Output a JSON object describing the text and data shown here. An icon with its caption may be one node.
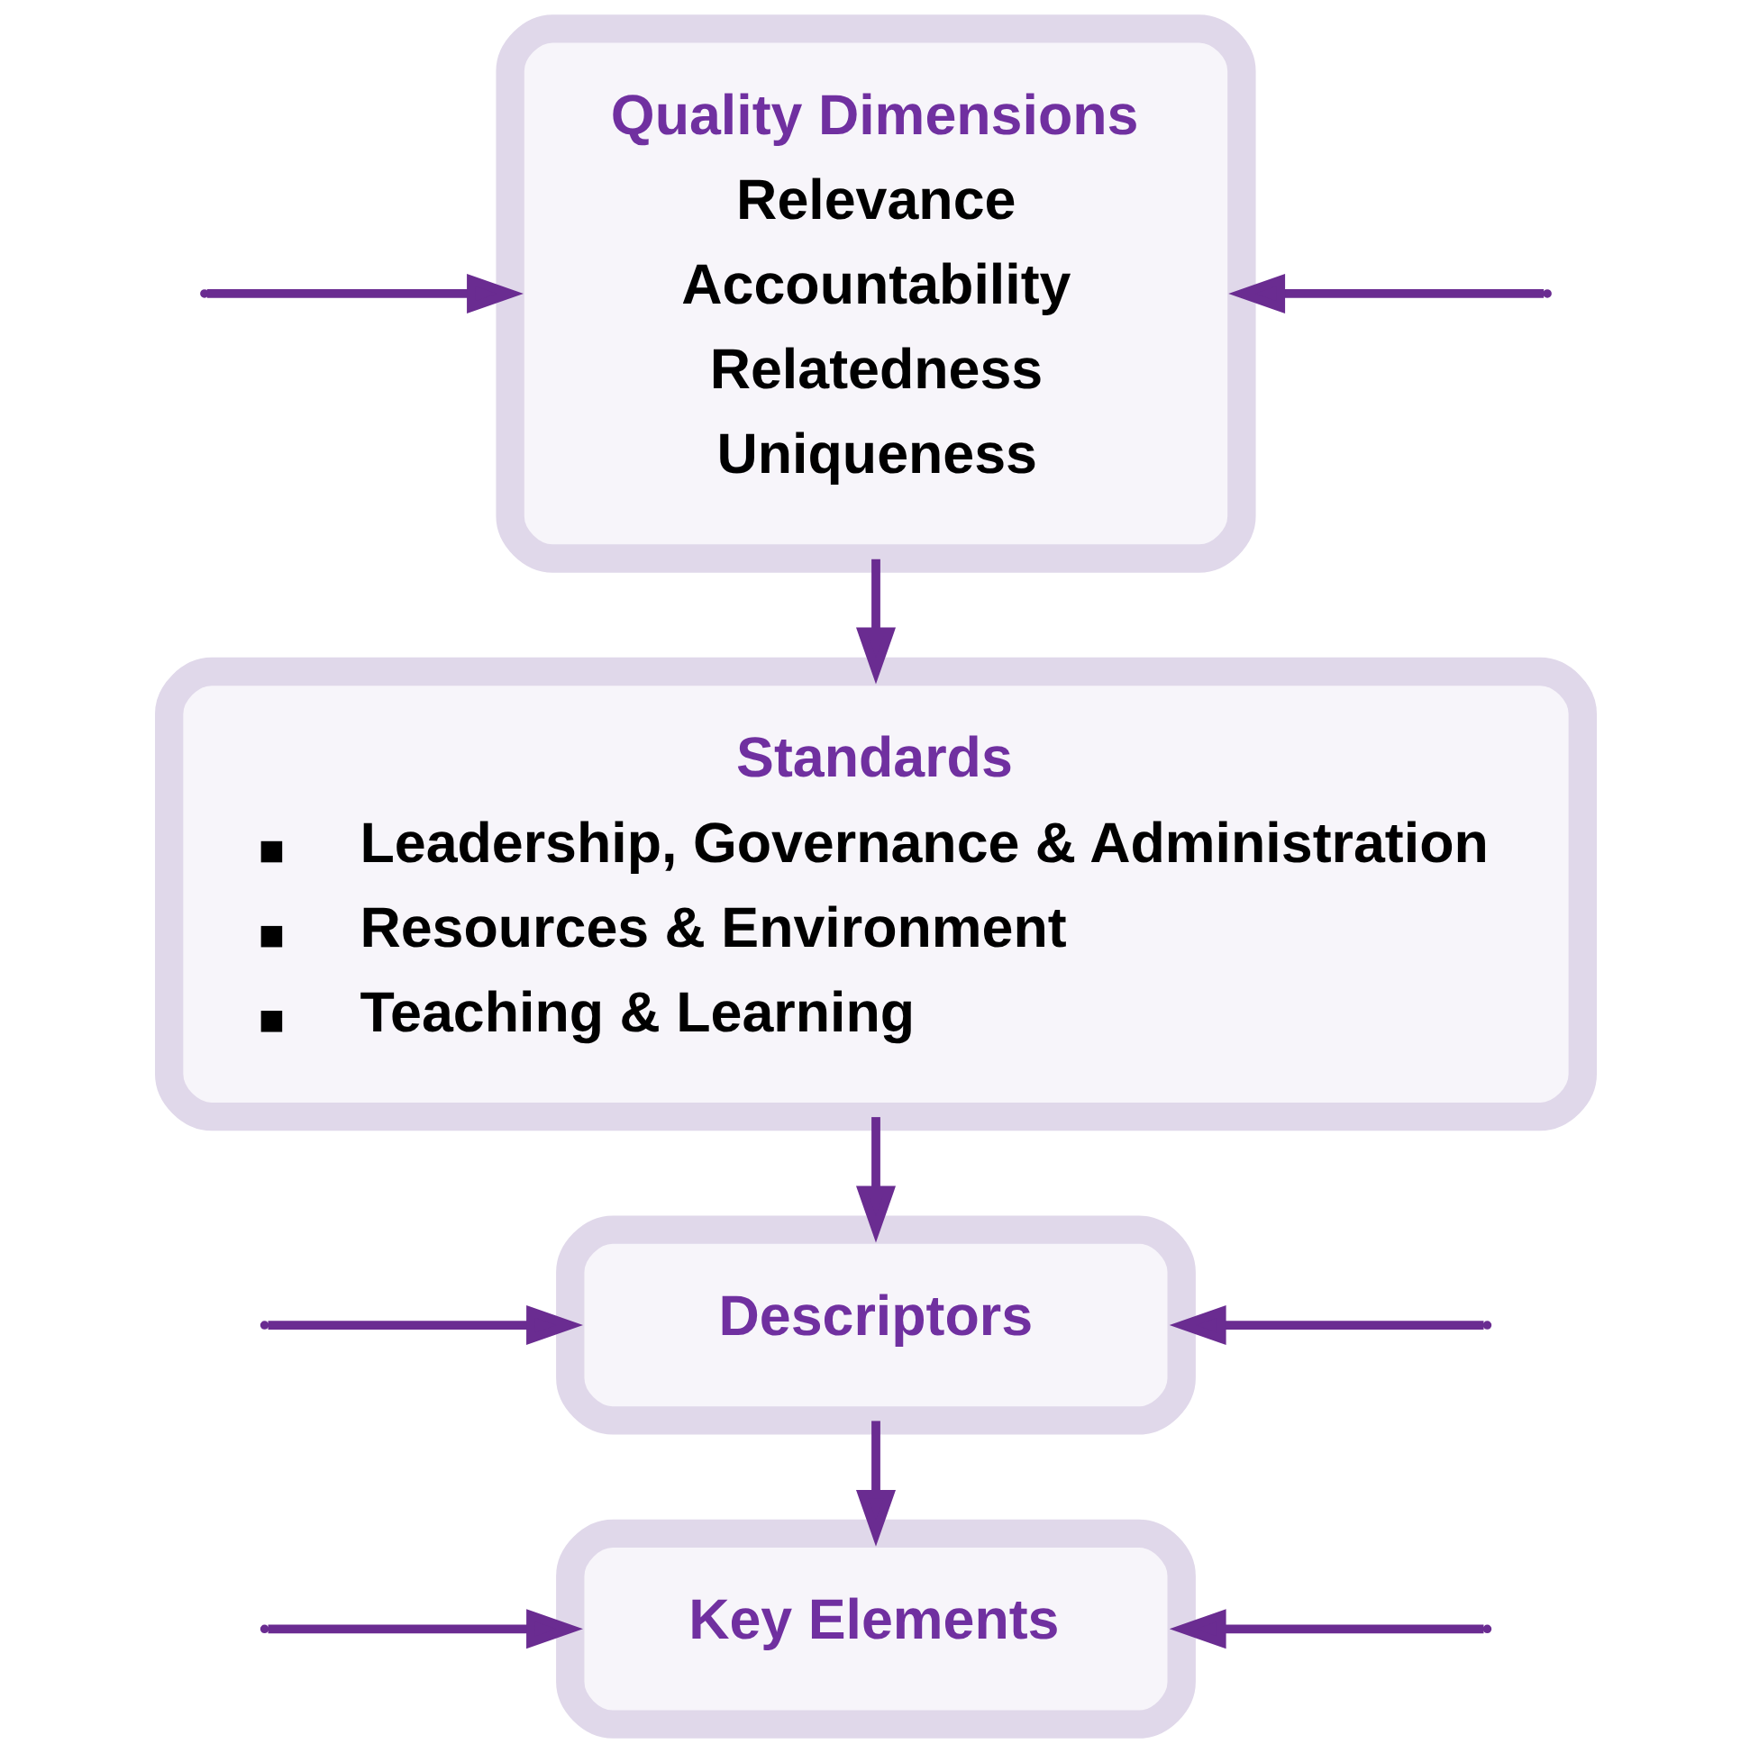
{
  "diagram": {
    "nodes": [
      {
        "text": [
          "Quality Dimensions",
          "Relevance",
          "Accountability",
          "Relatedness",
          "Uniqueness"
        ]
      },
      {
        "text": [
          "Standards",
          "Leadership, Governance & Administration",
          "Resources & Environment",
          "Teaching & Learning"
        ]
      },
      {
        "text": [
          "Descriptors"
        ]
      },
      {
        "text": [
          "Key Elements"
        ]
      }
    ],
    "edges": [
      {
        "from": 0,
        "to": 1,
        "arrow": "to"
      },
      {
        "from": 1,
        "to": 2,
        "arrow": "to"
      },
      {
        "from": 2,
        "to": 3,
        "arrow": "to"
      },
      {
        "from": null,
        "to": 0,
        "arrow": "to"
      },
      {
        "from": null,
        "to": 2,
        "arrow": "to"
      },
      {
        "from": null,
        "to": 3,
        "arrow": "to"
      },
      {
        "from": null,
        "to": 0,
        "arrow": "to"
      },
      {
        "from": null,
        "to": 2,
        "arrow": "to"
      },
      {
        "from": null,
        "to": 3,
        "arrow": "to"
      }
    ]
  }
}
